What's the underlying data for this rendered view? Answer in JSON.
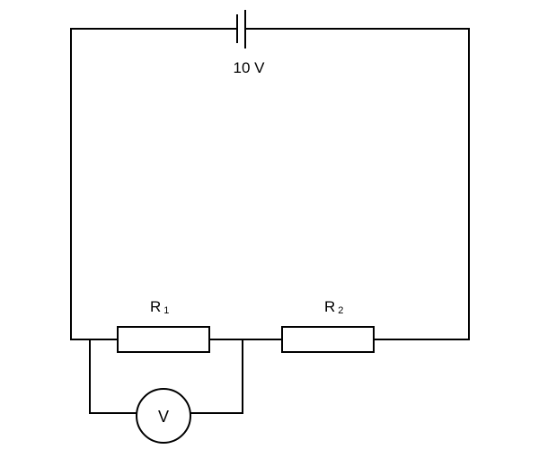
{
  "battery": {
    "voltage_label": "10 V"
  },
  "resistor_1": {
    "letter": "R",
    "subscript": "1"
  },
  "resistor_2": {
    "letter": "R",
    "subscript": "2"
  },
  "voltmeter": {
    "symbol": "V"
  }
}
